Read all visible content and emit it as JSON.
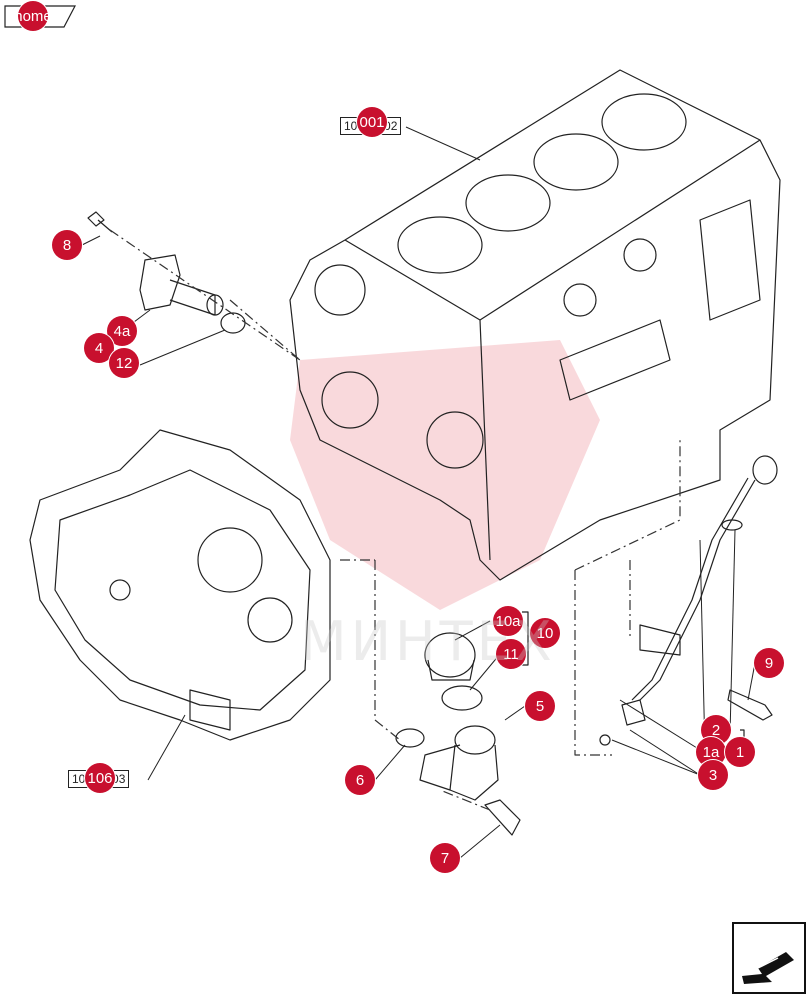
{
  "nav": {
    "home_label": "home"
  },
  "references": {
    "block": "10.001.02",
    "cover": "10.106.03"
  },
  "watermark": "MИHTEX",
  "callouts": {
    "c1": "1",
    "c1a": "1a",
    "c2": "2",
    "c3": "3",
    "c4": "4",
    "c4a": "4a",
    "c5": "5",
    "c6": "6",
    "c7": "7",
    "c8": "8",
    "c9": "9",
    "c10": "10",
    "c10a": "10a",
    "c11": "11",
    "c12": "12",
    "cblock": "001",
    "ccover": "106"
  },
  "colors": {
    "callout": "#c8102e",
    "line": "#222222"
  }
}
